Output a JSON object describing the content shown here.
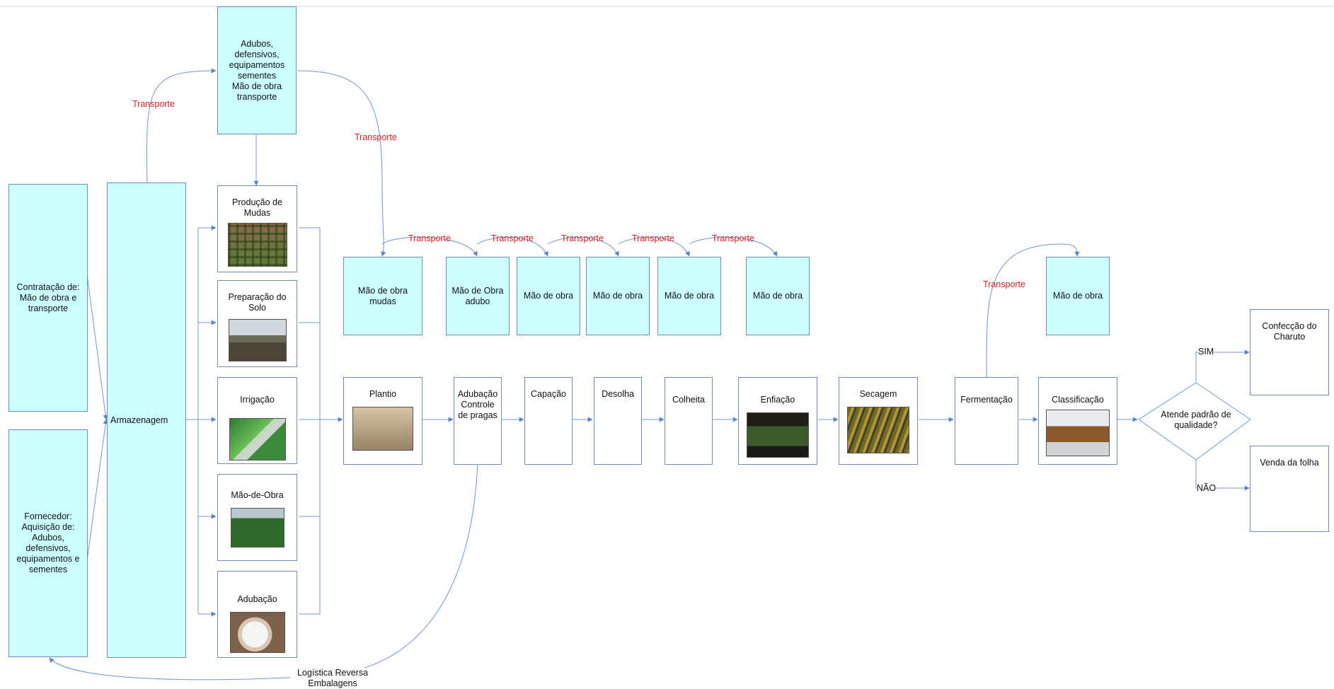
{
  "colors": {
    "box_fill": "#ccffff",
    "box_border": "#6f8fb3",
    "arrow": "#5b86c4",
    "transport_label": "#e02020"
  },
  "left": {
    "contratacao": "Contratação de:\nMão de obra e\ntransporte",
    "fornecedor": "Fornecedor:\nAquisição de:\nAdubos,\ndefensivos,\nequipamentos e\nsementes",
    "armazenagem": "Armazenagem",
    "insumos": "Adubos,\ndefensivos,\nequipamentos\nsementes\nMão de obra\ntransporte"
  },
  "prep_steps": [
    {
      "label": "Produção de\nMudas",
      "photo": "seedling-trays-photo"
    },
    {
      "label": "Preparação do\nSolo",
      "photo": "tractor-field-photo"
    },
    {
      "label": "Irrigação",
      "photo": "greenhouse-irrigation-photo"
    },
    {
      "label": "Mão-de-Obra",
      "photo": "field-workers-photo"
    },
    {
      "label": "Adubação",
      "photo": "fertilizer-bag-photo"
    }
  ],
  "labor_boxes": [
    "Mão de obra\nmudas",
    "Mão de Obra\nadubo",
    "Mão de obra",
    "Mão de obra",
    "Mão de obra",
    "Mão de obra",
    "Mão de obra"
  ],
  "process_steps": [
    {
      "label": "Plantio",
      "photo": "planting-photo"
    },
    {
      "label": "Adubação\nControle\nde pragas",
      "photo": ""
    },
    {
      "label": "Capação",
      "photo": ""
    },
    {
      "label": "Desolha",
      "photo": ""
    },
    {
      "label": "Colheita",
      "photo": ""
    },
    {
      "label": "Enfiação",
      "photo": "tobacco-stringing-photo"
    },
    {
      "label": "Secagem",
      "photo": "tobacco-drying-photo"
    },
    {
      "label": "Fermentação",
      "photo": ""
    },
    {
      "label": "Classificação",
      "photo": "classification-room-photo"
    }
  ],
  "decision": {
    "question": "Atende padrão de\nqualidade?",
    "yes": "SIM",
    "no": "NÃO",
    "yes_result": "Confecção do\nCharuto",
    "no_result": "Venda da folha"
  },
  "transport_label": "Transporte",
  "reverse_logistics": "Logística Reversa\nEmbalagens"
}
